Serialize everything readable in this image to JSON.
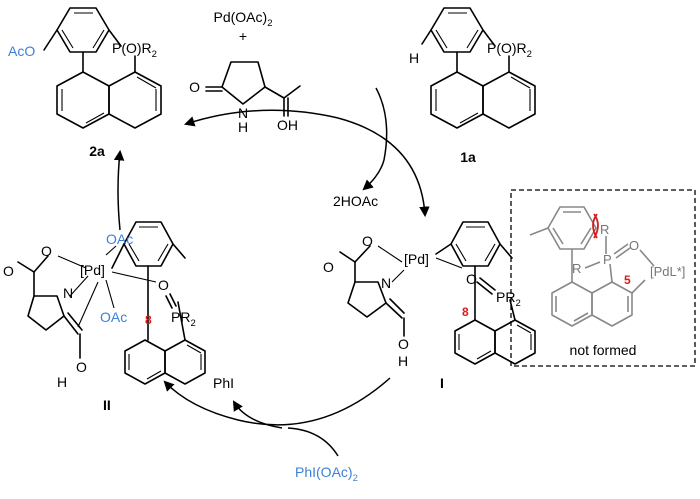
{
  "reagents": {
    "pd_source": "Pd(OAc)",
    "pd_source_sub": "2",
    "plus": "+",
    "ligand_O": "O",
    "ligand_NH": "N",
    "ligand_NH_H": "H",
    "ligand_OH": "OH",
    "byproduct": "2HOAc",
    "phi": "PhI",
    "oxidant": "PhI(OAc)",
    "oxidant_sub": "2"
  },
  "compounds": {
    "product_label": "2a",
    "product_aco": "AcO",
    "product_po": "P(O)R",
    "product_po_sub": "2",
    "substrate_label": "1a",
    "substrate_h": "H",
    "substrate_po": "P(O)R",
    "substrate_po_sub": "2"
  },
  "intermediate_I": {
    "label": "I",
    "pd": "[Pd]",
    "o_carb": "O",
    "n": "N",
    "o_phos": "O",
    "p_r2": "P",
    "p_r2_text": "R",
    "p_r2_sub": "2",
    "ring_size": "8",
    "oh_o": "O",
    "oh_h": "H"
  },
  "intermediate_II": {
    "label": "II",
    "pd": "[Pd]",
    "oac_top": "OAc",
    "oac_bottom": "OAc",
    "o_carb": "O",
    "n": "N",
    "o_phos": "O",
    "p_r2": "P",
    "p_r2_text": "R",
    "p_r2_sub": "2",
    "ring_size": "8",
    "oh_o": "O",
    "oh_h": "H"
  },
  "inset": {
    "r_top": "R",
    "p": "P",
    "o": "O",
    "r_left": "R",
    "ring_size": "5",
    "pd": "[PdL*]",
    "caption": "not formed"
  }
}
